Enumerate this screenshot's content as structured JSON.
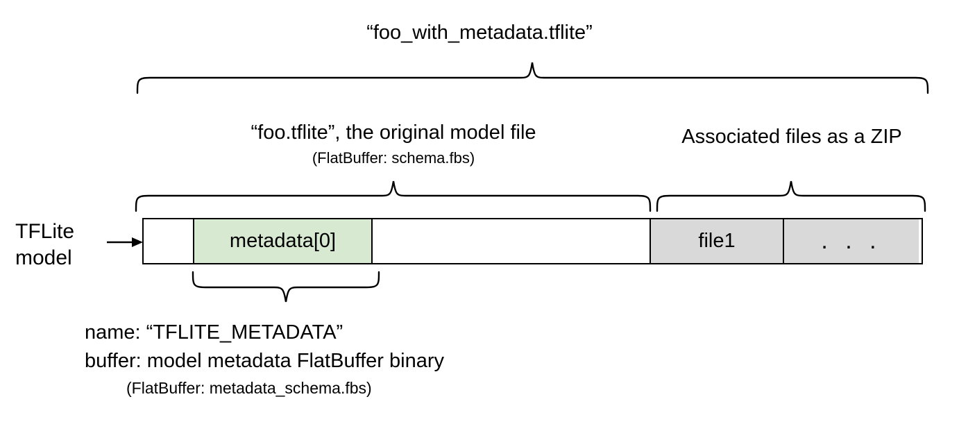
{
  "diagram": {
    "title": "“foo_with_metadata.tflite”",
    "level2": {
      "model_section_title": "“foo.tflite”, the original model file",
      "model_section_subtitle": "(FlatBuffer: schema.fbs)",
      "zip_section_title": "Associated files as a ZIP"
    },
    "left_label": "TFLite model",
    "bar_cells": [
      {
        "label": "",
        "fill": "#ffffff"
      },
      {
        "label": "metadata[0]",
        "fill": "#d8e9d1"
      },
      {
        "label": "",
        "fill": "#ffffff"
      },
      {
        "label": "file1",
        "fill": "#d9d9d9"
      },
      {
        "label": ". . .",
        "fill": "#d9d9d9"
      }
    ],
    "annotation": {
      "line1": "name: “TFLITE_METADATA”",
      "line2": "buffer: model metadata FlatBuffer binary",
      "line3": "(FlatBuffer: metadata_schema.fbs)"
    },
    "colors": {
      "metadata_fill": "#d8e9d1",
      "zip_fill": "#d9d9d9",
      "stroke": "#000000",
      "background": "#ffffff"
    }
  }
}
